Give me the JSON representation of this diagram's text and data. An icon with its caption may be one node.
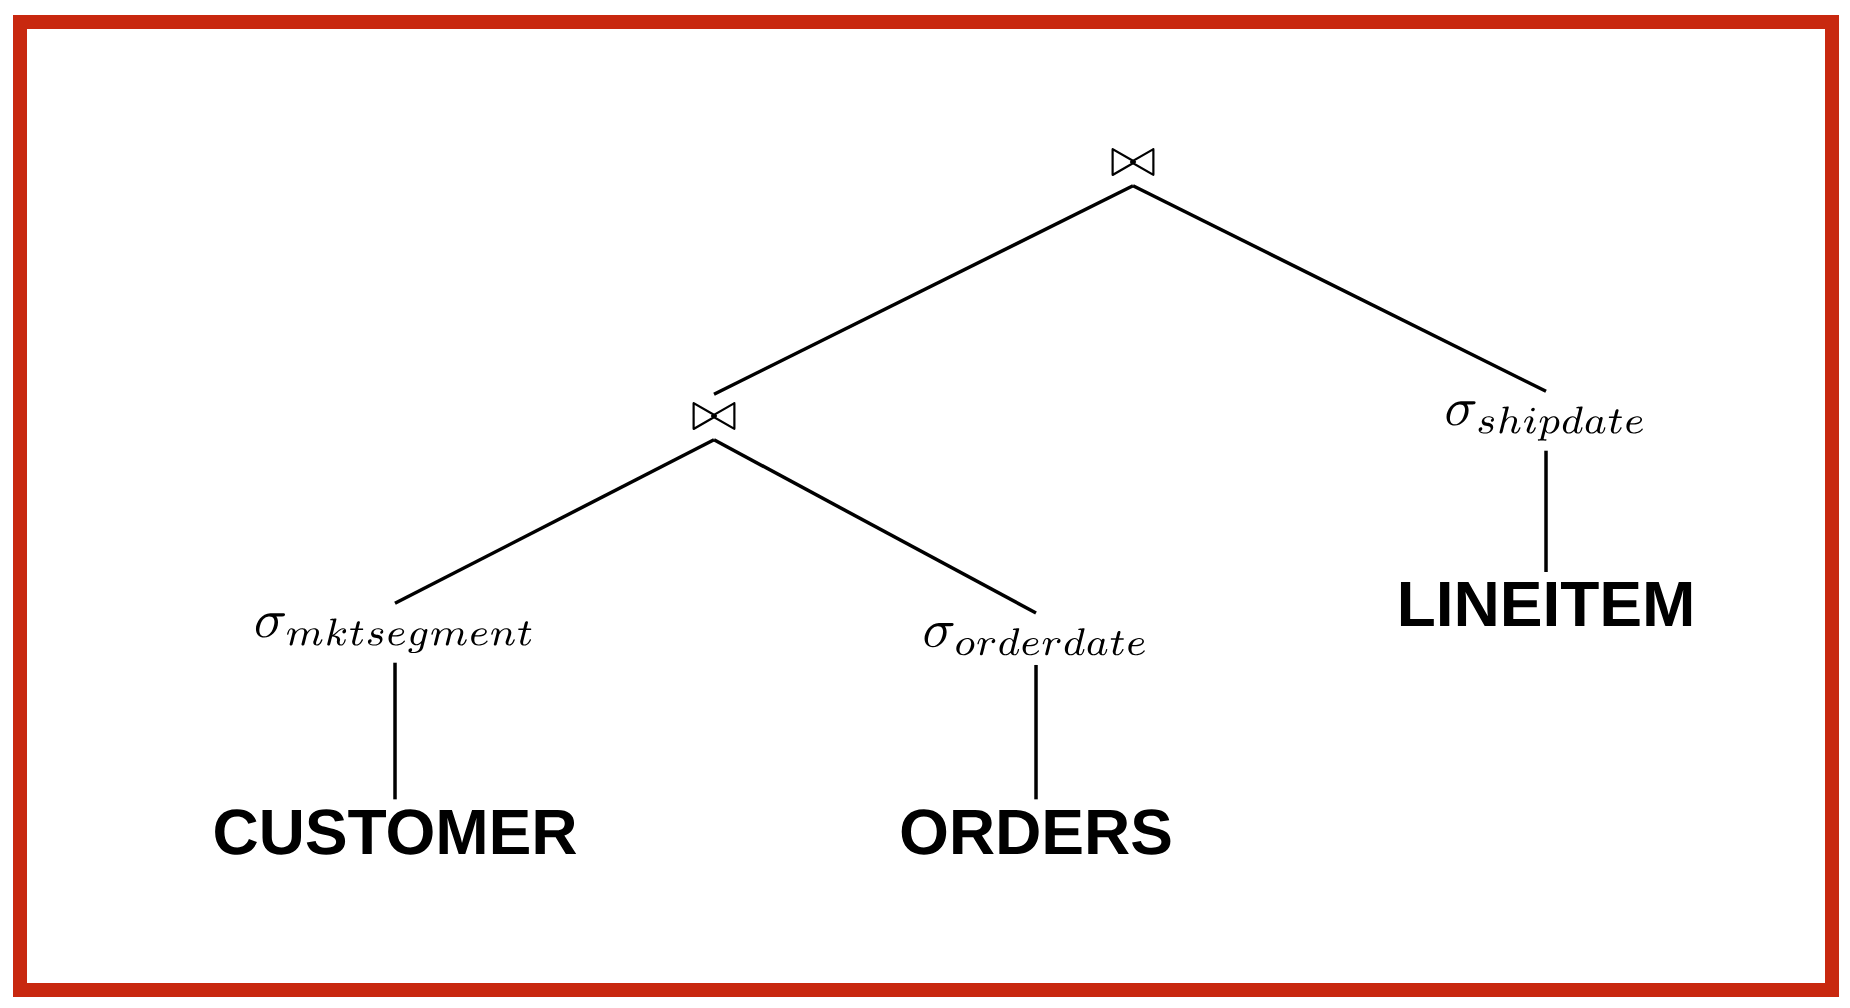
{
  "diagram": {
    "nodes": [
      {
        "text": [
          "\\bowtie"
        ]
      },
      {
        "text": [
          "\\bowtie"
        ]
      },
      {
        "text": [
          "\\sigma_{shipdate}"
        ]
      },
      {
        "text": [
          "\\sigma_{mktsegment}"
        ]
      },
      {
        "text": [
          "\\sigma_{orderdate}"
        ]
      },
      {
        "text": [
          "LINEITEM"
        ]
      },
      {
        "text": [
          "CUSTOMER"
        ]
      },
      {
        "text": [
          "ORDERS"
        ]
      }
    ],
    "edges": [
      {
        "from": 0,
        "to": 1,
        "arrow": "none"
      },
      {
        "from": 0,
        "to": 2,
        "arrow": "none"
      },
      {
        "from": 1,
        "to": 3,
        "arrow": "none"
      },
      {
        "from": 1,
        "to": 4,
        "arrow": "none"
      },
      {
        "from": 2,
        "to": 5,
        "arrow": "none"
      },
      {
        "from": 3,
        "to": 6,
        "arrow": "none"
      },
      {
        "from": 4,
        "to": 7,
        "arrow": "none"
      }
    ]
  }
}
